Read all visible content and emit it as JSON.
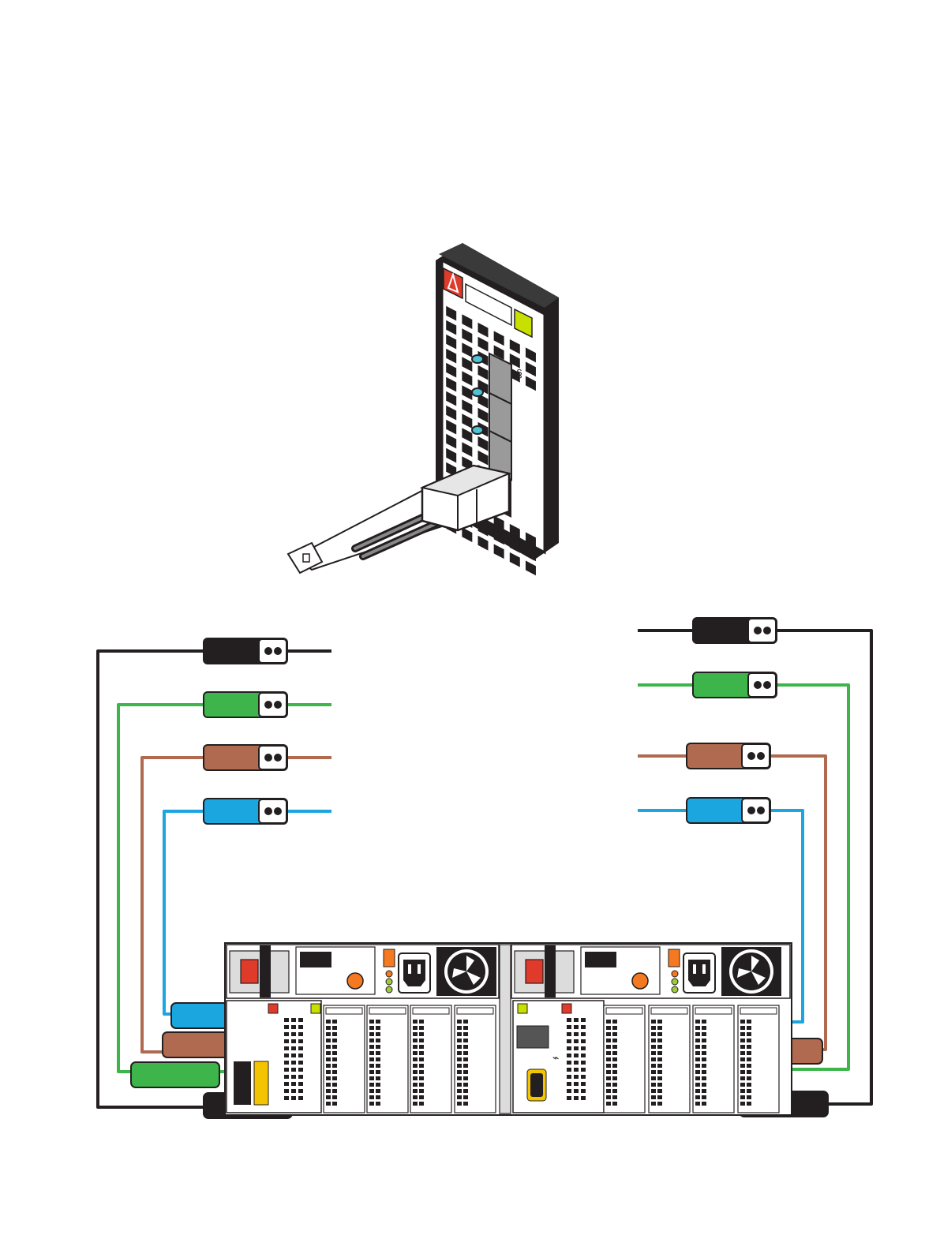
{
  "figure": {
    "cable_colors": {
      "black": "#231f20",
      "green": "#3db54a",
      "brown": "#b06a50",
      "blue": "#1ba6e0"
    },
    "warning_color": "#e03a2b",
    "status_color": "#c8e000",
    "port_led_color": "#4fc3d4",
    "power_led_colors": [
      "#f47920",
      "#9ccc3c",
      "#9ccc3c"
    ],
    "cables_left": [
      "black",
      "green",
      "brown",
      "blue"
    ],
    "cables_right": [
      "black",
      "green",
      "brown",
      "blue"
    ],
    "icons": {
      "warning": "warning-triangle-icon",
      "usb": "usb-icon",
      "power": "power-socket-icon",
      "fan": "fan-icon",
      "connector": "sas-connector-icon"
    }
  }
}
